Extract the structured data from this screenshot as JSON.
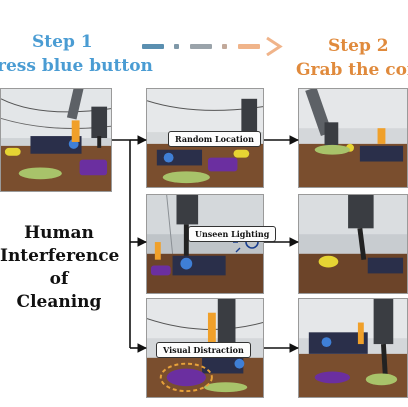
{
  "step1": {
    "title": "Step 1",
    "subtitle": "ress blue button"
  },
  "step2": {
    "title": "Step 2",
    "subtitle": "Grab the corn"
  },
  "center_label": {
    "lines": [
      "Human",
      "Interference",
      "of",
      "Cleaning"
    ]
  },
  "perturbations": [
    {
      "label": "Random Location"
    },
    {
      "label": "Unseen Lighting"
    },
    {
      "label": "Visual Distraction"
    }
  ],
  "colors": {
    "step1": "#4a9cd3",
    "step2": "#e08a3c",
    "arrow_dash_blue": "#5a8fb0",
    "arrow_dash_gray": "#9aa3aa",
    "arrow_dash_orange": "#f0b48a",
    "connector": "#111111",
    "highlight_ring": "#e8a23a"
  }
}
